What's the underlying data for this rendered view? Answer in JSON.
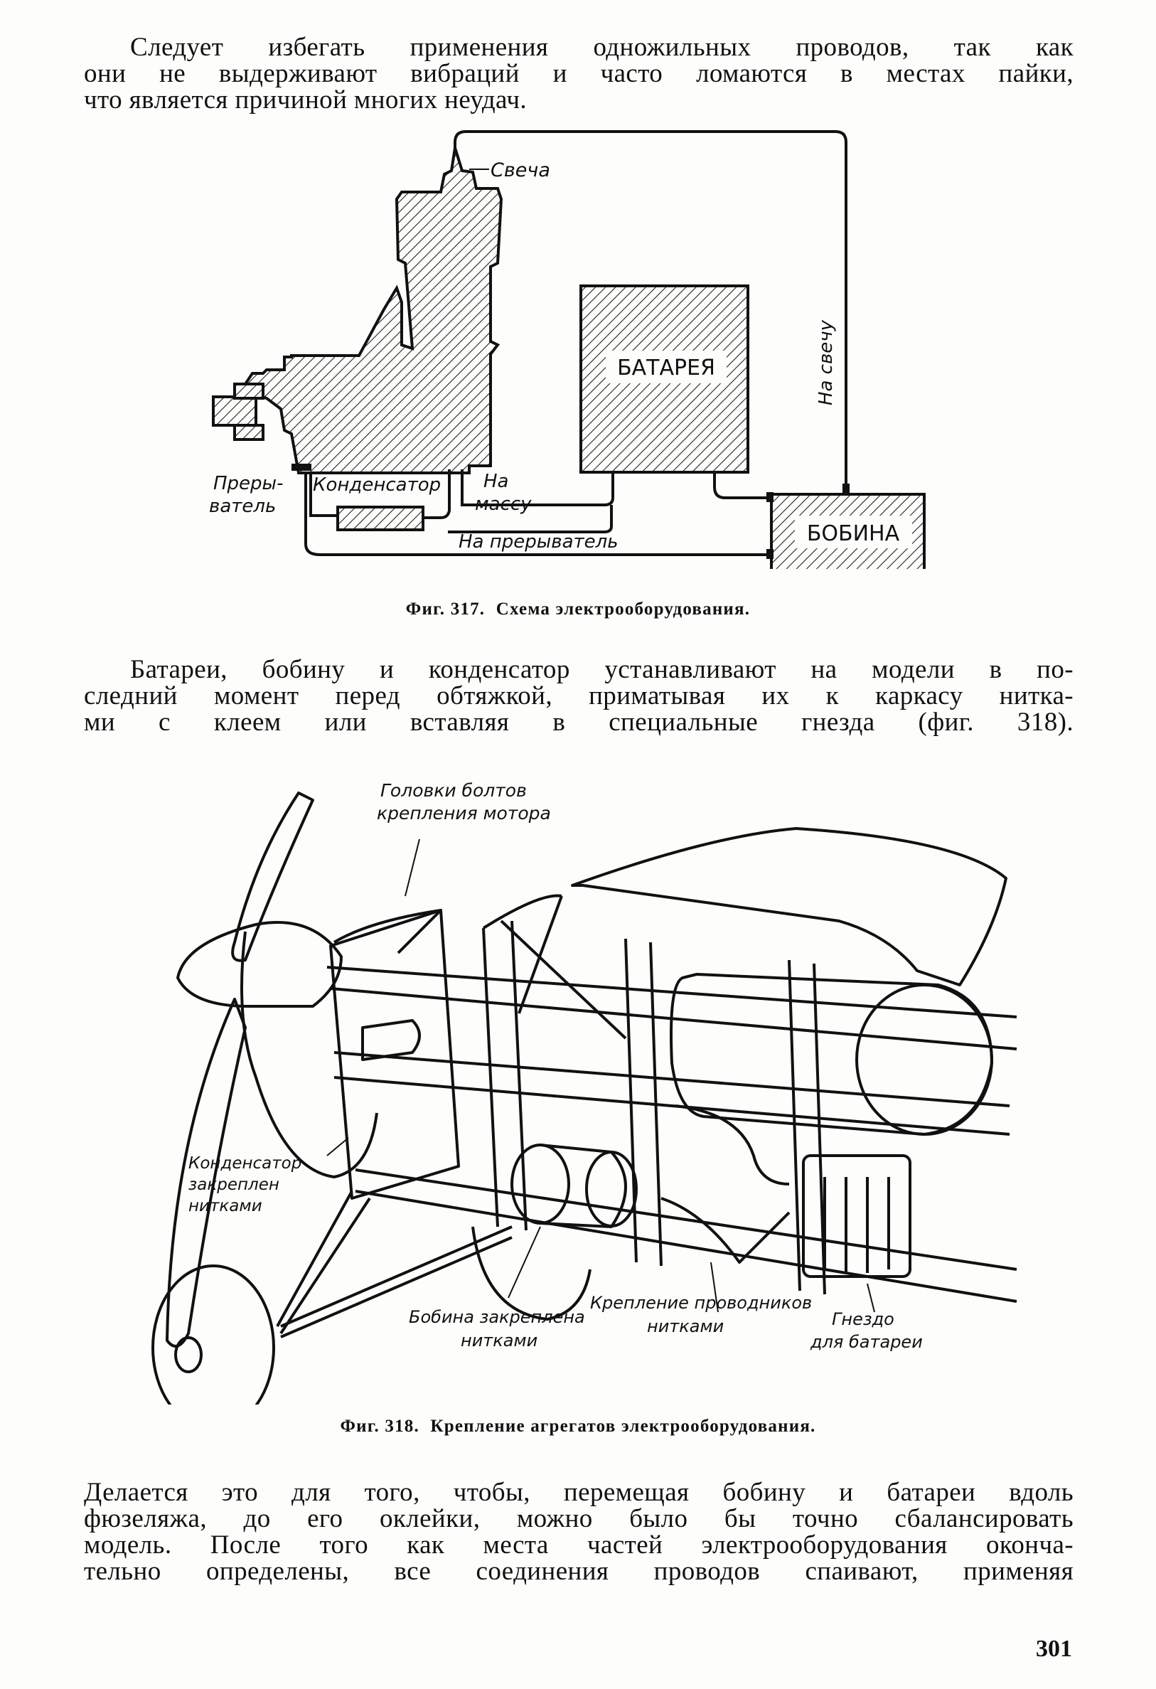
{
  "para1": {
    "lines": [
      "Следует избегать применения одножильных проводов, так как",
      "они не выдерживают вибраций и часто ломаются в местах пайки,",
      "что является причиной многих неудач."
    ]
  },
  "fig317": {
    "labels": {
      "spark_plug": "Свеча",
      "battery": "БАТАРЕЯ",
      "to_plug": "На свечу",
      "breaker": "Преры-\nватель",
      "capacitor": "Конденсатор",
      "to_ground": "На\nмассу",
      "to_breaker": "На прерыватель",
      "coil": "БОБИНА"
    },
    "caption_num": "Фиг. 317.",
    "caption_text": "Схема электрооборудования."
  },
  "para2": {
    "lines": [
      "Батареи, бобину и конденсатор устанавливают на модели в по-",
      "следний момент перед обтяжкой, приматывая их к каркасу нитка-",
      "ми с клеем или вставляя в специальные гнезда (фиг. 318)."
    ]
  },
  "fig318": {
    "labels": {
      "bolt_heads": "Головки болтов\nкрепления мотора",
      "capacitor_tied": "Конденсатор\nзакреплен\nнитками",
      "coil_tied": "Бобина закреплена\nнитками",
      "wires_tied": "Крепление проводников\nнитками",
      "battery_slot": "Гнездо\nдля батареи"
    },
    "caption_num": "Фиг. 318.",
    "caption_text": "Крепление агрегатов электрооборудования."
  },
  "para3": {
    "lines": [
      "Делается это для того, чтобы, перемещая бобину и батареи вдоль",
      "фюзеляжа, до его оклейки, можно было бы точно сбалансировать",
      "модель. После того как места частей электрооборудования оконча-",
      "тельно определены, все соединения проводов спаивают, применяя"
    ]
  },
  "page_number": "301"
}
